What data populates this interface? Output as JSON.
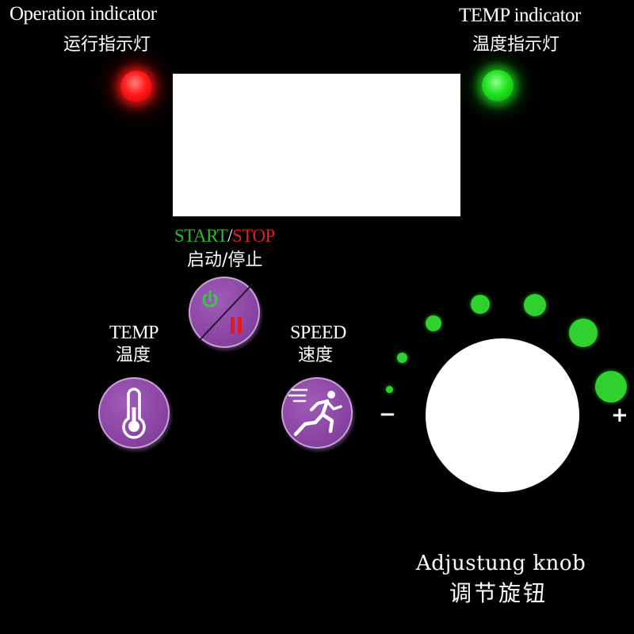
{
  "operation_indicator": {
    "label_en": "Operation indicator",
    "label_cn": "运行指示灯",
    "color": "#ff1a1a"
  },
  "temp_indicator": {
    "label_en": "TEMP indicator",
    "label_cn": "温度指示灯",
    "color": "#22e222"
  },
  "display": {
    "text": ""
  },
  "start_stop": {
    "start_label": "START",
    "separator": "/",
    "stop_label": "STOP",
    "label_cn": "启动/停止",
    "start_color": "#2dbb2d",
    "stop_color": "#e02020",
    "icon_power": "power-icon",
    "icon_pause": "pause-icon"
  },
  "temp_button": {
    "label_en": "TEMP",
    "label_cn": "温度",
    "icon": "thermometer-icon"
  },
  "speed_button": {
    "label_en": "SPEED",
    "label_cn": "速度",
    "icon": "running-man-icon"
  },
  "knob": {
    "label_en": "Adjustung knob",
    "label_cn": "调节旋钮",
    "minus": "−",
    "plus": "+",
    "level_dot_count": 7
  },
  "colors": {
    "button_purple": "#8a45a3",
    "background": "#000000"
  }
}
